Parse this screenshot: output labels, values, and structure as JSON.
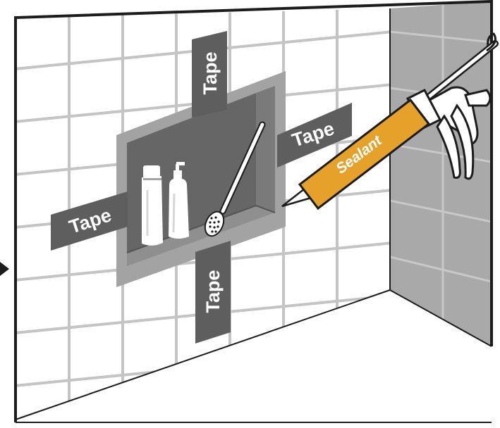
{
  "labels": {
    "tape_top": "Tape",
    "tape_right": "Tape",
    "tape_left": "Tape",
    "tape_bottom": "Tape",
    "sealant": "Sealant"
  },
  "colors": {
    "tape": "#5e5e5e",
    "niche_frame": "#a3a3a3",
    "niche_inner": "#666666",
    "side_wall": "#a9a9a9",
    "grout": "#c4c4c4",
    "sealant_tube": "#e6a12a",
    "outline": "#1c1c1c"
  },
  "icons": [
    "arrow-icon",
    "shampoo-bottle-icon",
    "pump-bottle-icon",
    "bath-brush-icon",
    "caulk-gun-icon"
  ]
}
